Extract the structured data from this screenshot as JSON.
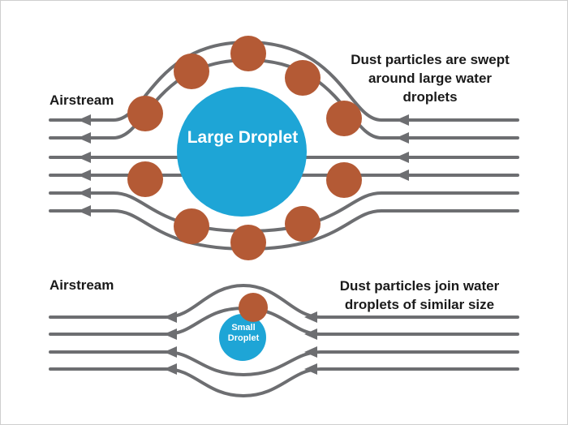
{
  "top_diagram": {
    "airstream_label": "Airstream",
    "caption": "Dust particles are swept around large water droplets",
    "droplet_label": "Large Droplet"
  },
  "bottom_diagram": {
    "airstream_label": "Airstream",
    "caption": "Dust particles join water droplets of similar size",
    "droplet_label": "Small Droplet"
  },
  "colors": {
    "streamline": "#6d6e71",
    "droplet": "#1ea5d6",
    "dust_particle": "#b45a35",
    "text": "#1a1a1a"
  }
}
